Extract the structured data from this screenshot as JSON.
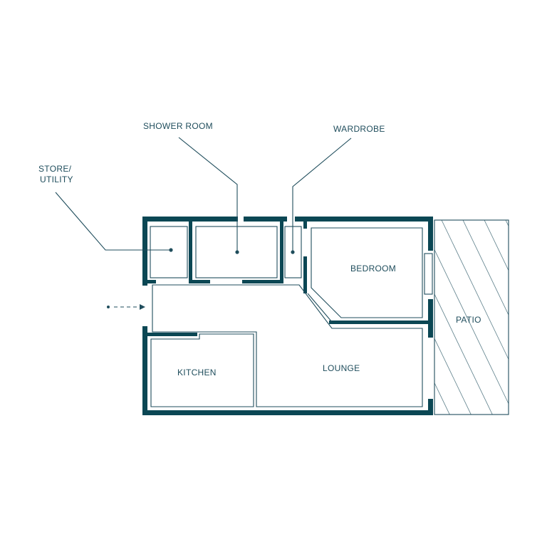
{
  "floorplan": {
    "rooms": {
      "store_utility": "STORE/\nUTILITY",
      "shower_room": "SHOWER ROOM",
      "wardrobe": "WARDROBE",
      "bedroom": "BEDROOM",
      "kitchen": "KITCHEN",
      "lounge": "LOUNGE",
      "patio": "PATIO"
    },
    "colors": {
      "wall": "#0b4754",
      "line": "#1f4d5c",
      "background": "#ffffff"
    },
    "entrance_icon": "dashed-arrow-icon"
  }
}
